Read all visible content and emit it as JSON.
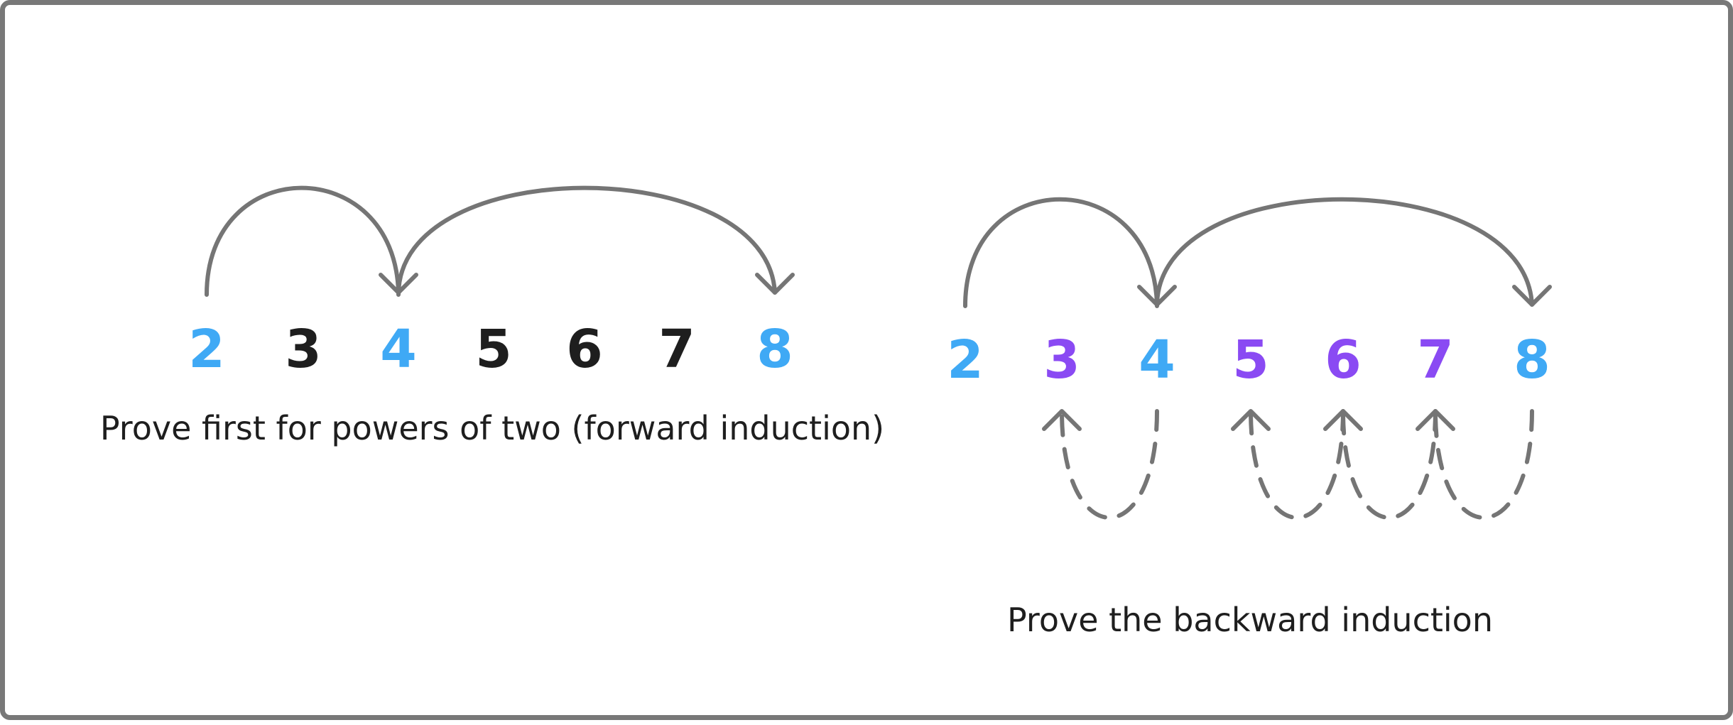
{
  "colors": {
    "power_of_two": "#3fa9f5",
    "plain": "#1e1e1e",
    "backward": "#8a4af3",
    "arrow": "#757575",
    "frame": "#787878"
  },
  "forward": {
    "caption": "Prove first for powers of two (forward induction)",
    "numbers": [
      {
        "label": "2",
        "kind": "power_of_two"
      },
      {
        "label": "3",
        "kind": "plain"
      },
      {
        "label": "4",
        "kind": "power_of_two"
      },
      {
        "label": "5",
        "kind": "plain"
      },
      {
        "label": "6",
        "kind": "plain"
      },
      {
        "label": "7",
        "kind": "plain"
      },
      {
        "label": "8",
        "kind": "power_of_two"
      }
    ],
    "arrows": [
      {
        "from": "2",
        "to": "4"
      },
      {
        "from": "4",
        "to": "8"
      }
    ]
  },
  "backward": {
    "caption": "Prove the backward induction",
    "numbers": [
      {
        "label": "2",
        "kind": "power_of_two"
      },
      {
        "label": "3",
        "kind": "backward"
      },
      {
        "label": "4",
        "kind": "power_of_two"
      },
      {
        "label": "5",
        "kind": "backward"
      },
      {
        "label": "6",
        "kind": "backward"
      },
      {
        "label": "7",
        "kind": "backward"
      },
      {
        "label": "8",
        "kind": "power_of_two"
      }
    ],
    "forward_arrows": [
      {
        "from": "2",
        "to": "4"
      },
      {
        "from": "4",
        "to": "8"
      }
    ],
    "backward_arrows": [
      {
        "from": "4",
        "to": "3"
      },
      {
        "from": "6",
        "to": "5"
      },
      {
        "from": "7",
        "to": "6"
      },
      {
        "from": "8",
        "to": "7"
      }
    ]
  }
}
